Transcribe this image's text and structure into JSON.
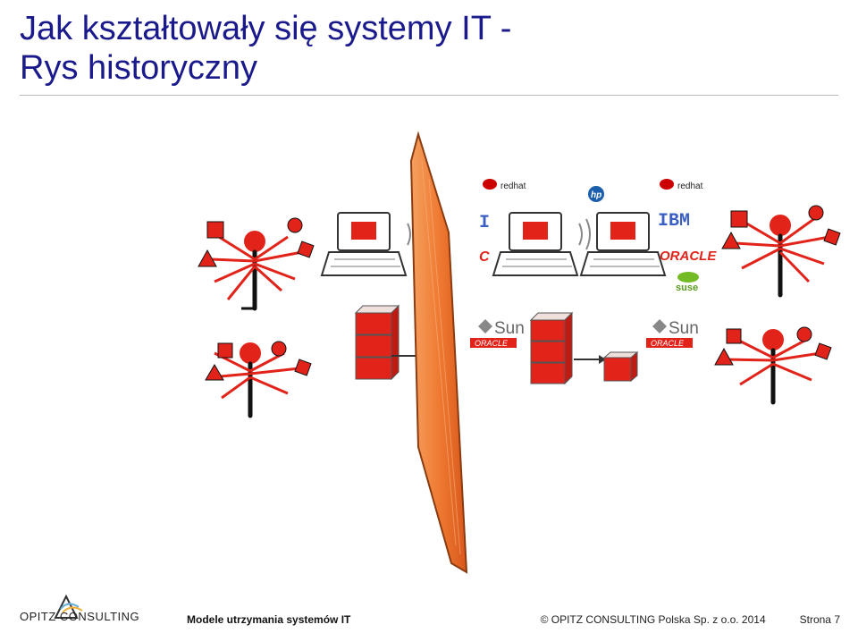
{
  "slide": {
    "title_line1": "Jak kształtowały się systemy IT -",
    "title_line2": "Rys historyczny"
  },
  "logos": {
    "redhat": "redhat",
    "hp": "hp",
    "ibm": "IBM",
    "ibm_partial": "I",
    "oracle": "ORACLE",
    "oracle_partial": "C",
    "suse": "suse",
    "sun": "Sun",
    "sun_oracle": "ORACLE"
  },
  "footer": {
    "company_logo_text": "OPITZ CONSULTING",
    "course_name": "Modele utrzymania systemów IT",
    "copyright": "© OPITZ CONSULTING Polska Sp. z o.o. 2014",
    "page_label": "Strona 7"
  },
  "colors": {
    "title": "#1a1a8c",
    "accent_red": "#e2231a",
    "wall_orange": "#f07a30",
    "rule": "#b8b8b8"
  }
}
